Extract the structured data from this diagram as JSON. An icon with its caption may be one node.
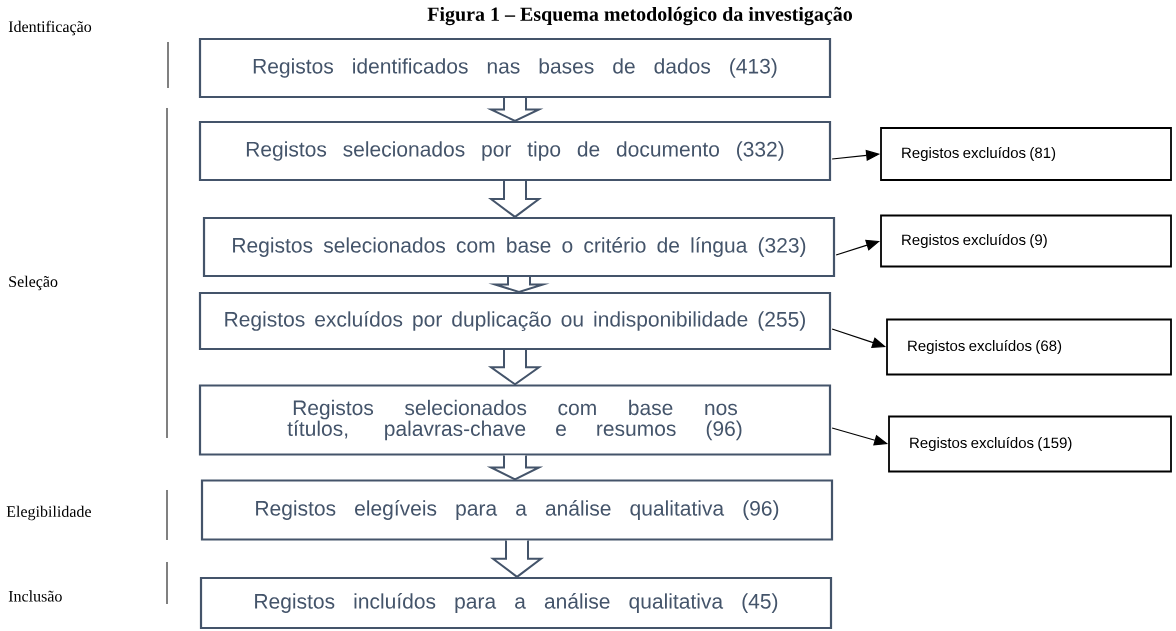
{
  "diagram": {
    "title": "Figura 1 – Esquema metodológico da investigação",
    "nodes": [
      {
        "text": [
          "Registos identificados nas bases de dados (413)"
        ]
      },
      {
        "text": [
          "Registos selecionados por tipo de documento (332)"
        ]
      },
      {
        "text": [
          "Registos selecionados com base o critério de língua (323)"
        ]
      },
      {
        "text": [
          "Registos excluídos por duplicação ou indisponibilidade (255)"
        ]
      },
      {
        "text": [
          "Registos selecionados com base nos títulos, palavras-chave e resumos (96)"
        ]
      },
      {
        "text": [
          "Registos elegíveis para a análise qualitativa (96)"
        ]
      },
      {
        "text": [
          "Registos incluídos para a análise qualitativa (45)"
        ]
      },
      {
        "text": [
          "Registos excluídos (81)"
        ]
      },
      {
        "text": [
          "Registos excluídos (9)"
        ]
      },
      {
        "text": [
          "Registos excluídos (68)"
        ]
      },
      {
        "text": [
          "Registos excluídos (159)"
        ]
      }
    ],
    "edges": [
      {
        "from": 0,
        "to": 1,
        "arrow": "to"
      },
      {
        "from": 1,
        "to": 2,
        "arrow": "to"
      },
      {
        "from": 2,
        "to": 3,
        "arrow": "to"
      },
      {
        "from": 3,
        "to": 4,
        "arrow": "to"
      },
      {
        "from": 4,
        "to": 5,
        "arrow": "to"
      },
      {
        "from": 5,
        "to": 6,
        "arrow": "to"
      },
      {
        "from": 1,
        "to": 7,
        "arrow": "to",
        "color": "#000000"
      },
      {
        "from": 2,
        "to": 8,
        "arrow": "to",
        "color": "#000000"
      },
      {
        "from": 3,
        "to": 9,
        "arrow": "to",
        "color": "#000000"
      },
      {
        "from": 4,
        "to": 10,
        "arrow": "to",
        "color": "#000000"
      }
    ],
    "labels": [
      "Identificação",
      "Seleção",
      "Elegibilidade",
      "Inclusão"
    ]
  }
}
